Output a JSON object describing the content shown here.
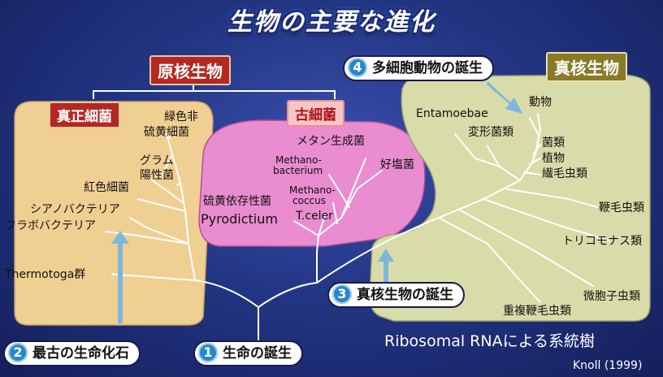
{
  "title": "生物の主要な進化",
  "headers": {
    "prokaryotes": "原核生物",
    "bacteria": "真正細菌",
    "archaea": "古細菌",
    "eukaryotes": "真核生物"
  },
  "bacteria_labels": {
    "green_nonsulfur_line1": "緑色非",
    "green_nonsulfur_line2": "硫黄細菌",
    "gram_positive_line1": "グラム",
    "gram_positive_line2": "陽性菌",
    "purple": "紅色細菌",
    "cyanobacteria": "シアノバクテリア",
    "flavobacteria": "フラボバクテリア",
    "thermotoga": "Thermotoga群"
  },
  "archaea_labels": {
    "methanogen": "メタン生成菌",
    "methanobacterium_line1": "Methano-",
    "methanobacterium_line2": "bacterium",
    "halophile": "好塩菌",
    "methanococcus_line1": "Methano-",
    "methanococcus_line2": "coccus",
    "sulfur_dependent": "硫黄依存性菌",
    "tceler": "T.celer",
    "pyrodictium": "Pyrodictium"
  },
  "eukaryote_labels": {
    "entamoebae": "Entamoebae",
    "animals": "動物",
    "amoebae": "変形菌類",
    "fungi": "菌類",
    "plants": "植物",
    "ciliates": "繊毛虫類",
    "flagellates": "鞭毛虫類",
    "trichomonads": "トリコモナス類",
    "microsporidia": "微胞子虫類",
    "diplomonads": "重複鞭毛虫類"
  },
  "callouts": {
    "c1": {
      "num": "1",
      "text": "生命の誕生"
    },
    "c2": {
      "num": "2",
      "text": "最古の生命化石"
    },
    "c3": {
      "num": "3",
      "text": "真核生物の誕生"
    },
    "c4": {
      "num": "4",
      "text": "多細胞動物の誕生"
    }
  },
  "footer": "Ribosomal RNAによる系統樹",
  "credit": "Knoll (1999)",
  "colors": {
    "bacteria_region": "#f0cf92",
    "archaea_region": "#e98cd0",
    "eukaryote_region": "#d8dca8",
    "tree_line": "#ffffff",
    "arrow": "#7cb6dc",
    "callout_number": "#2b86c8"
  }
}
